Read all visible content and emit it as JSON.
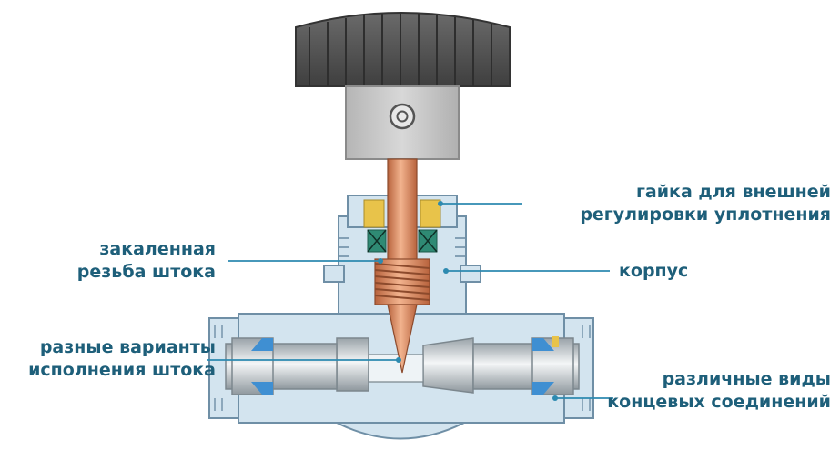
{
  "labels": {
    "packing_nut": [
      "гайка для внешней",
      "регулировки уплотнения"
    ],
    "stem_thread": [
      "закаленная",
      "резьба штока"
    ],
    "body": [
      "корпус"
    ],
    "stem_options": [
      "разные варианты",
      "исполнения штока"
    ],
    "end_connections": [
      "различные виды",
      "концевых соединений"
    ]
  },
  "colors": {
    "label_text": "#1e5f7a",
    "leader_line": "#2d8ab0",
    "body_fill": "#d3e4ef",
    "body_stroke": "#6f8fa6",
    "knob": "#595959",
    "bonnet": "#c9c9c9",
    "stem": "#d98a5e",
    "packing": "#e8c34a",
    "ferrule": "#3f8fd2"
  }
}
